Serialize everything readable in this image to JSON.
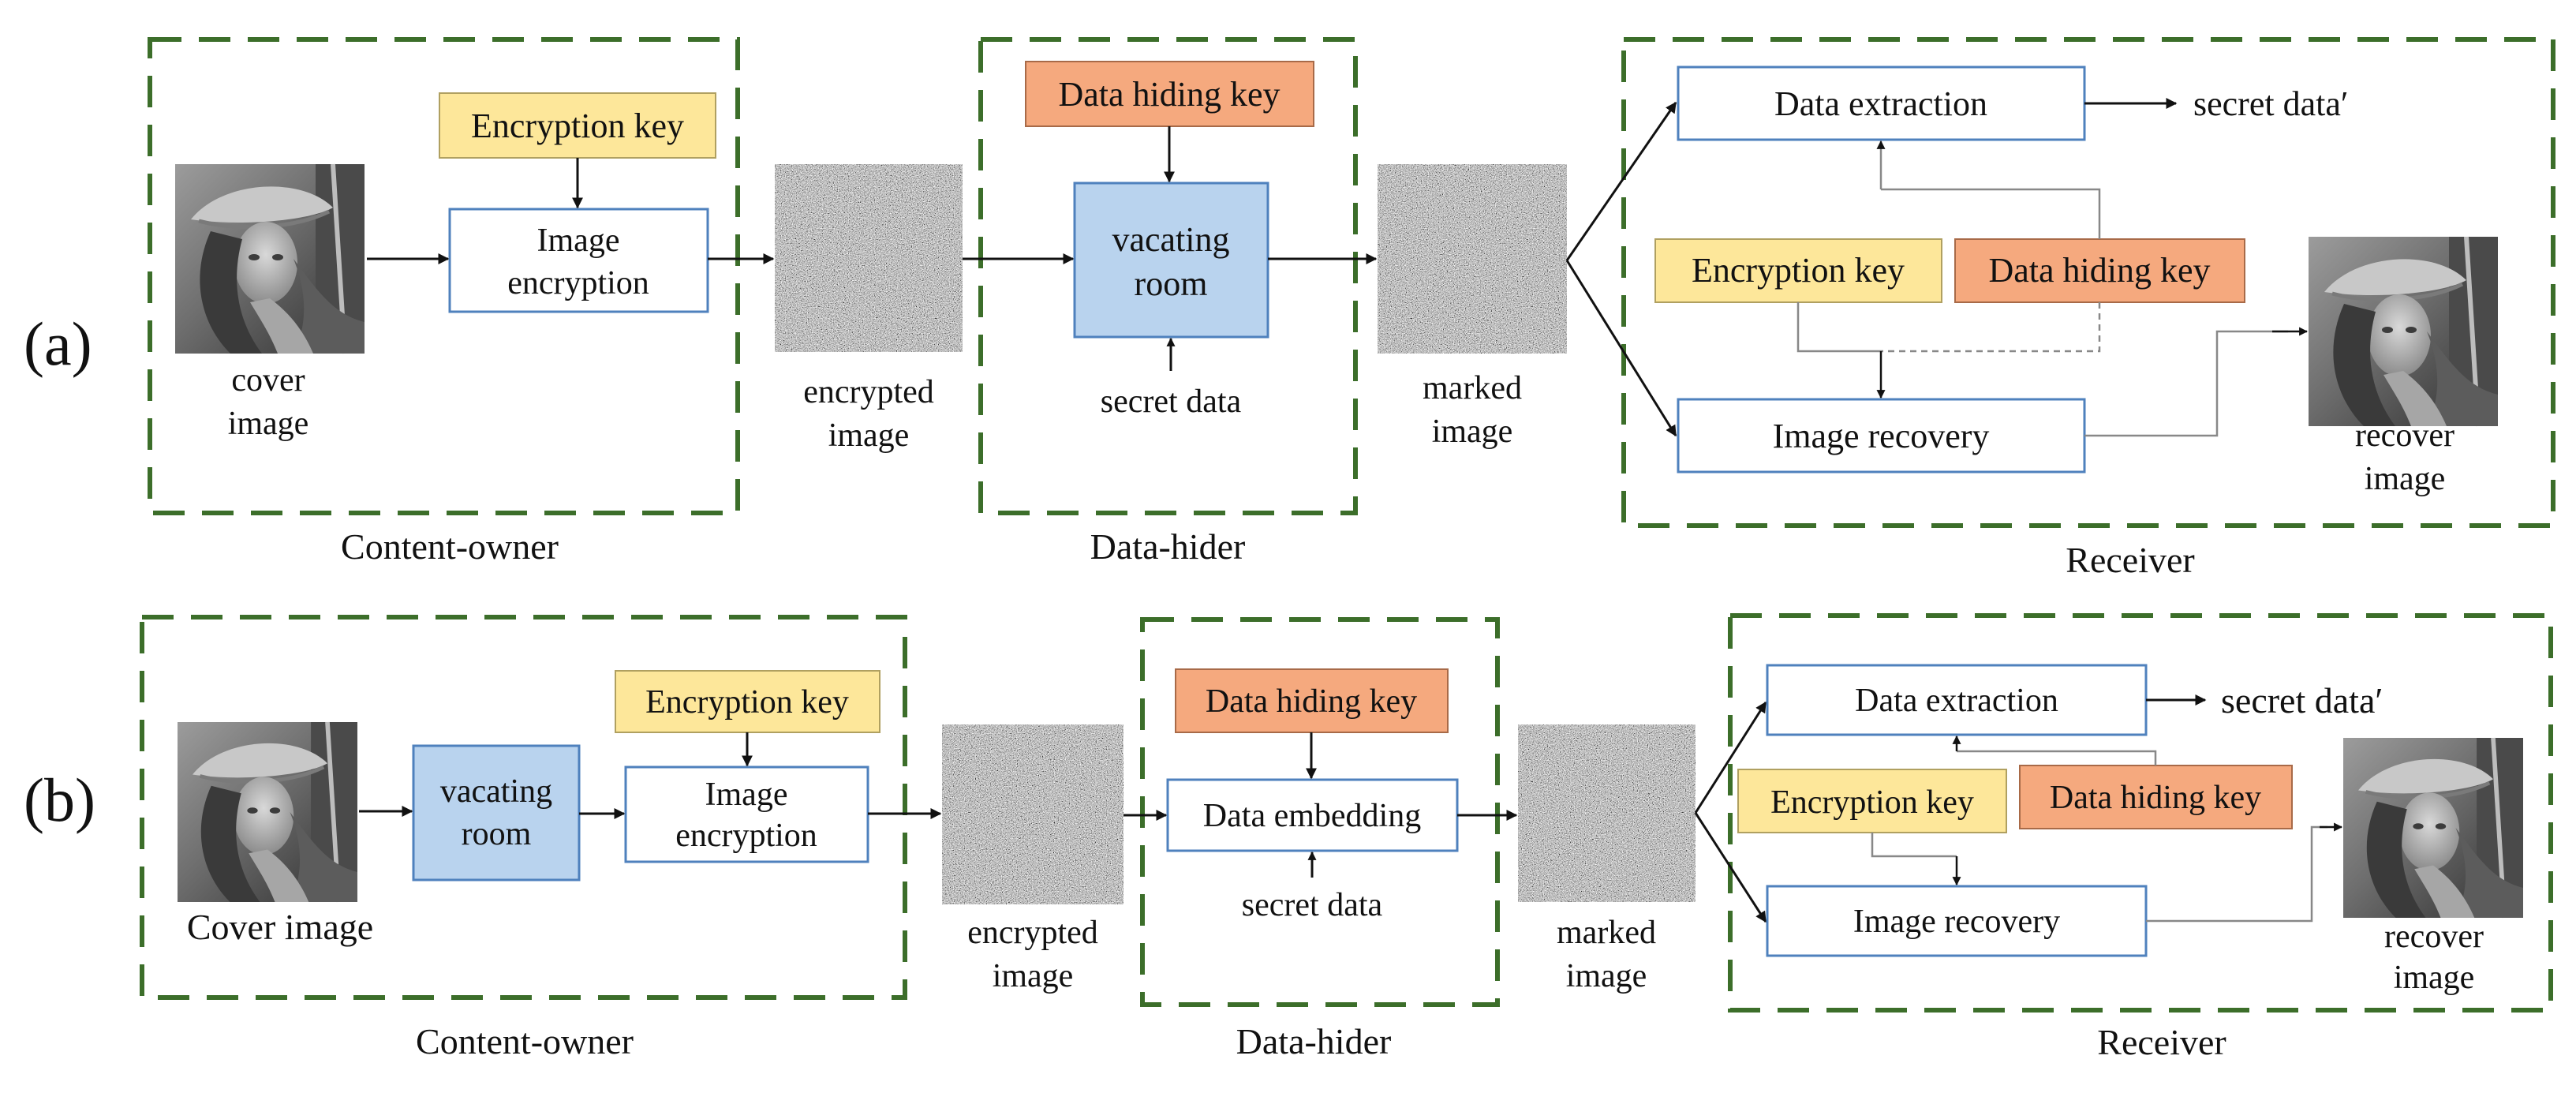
{
  "colors": {
    "dash_border": "#3c6e2a",
    "encryption_key_fill": "#fde79a",
    "data_hiding_key_fill": "#f5a97e",
    "vacating_room_fill": "#b9d3ee",
    "process_border": "#4f81bd",
    "arrow": "#111111",
    "feedback_line": "#888888"
  },
  "panel_a": {
    "tag": "(a)",
    "content_owner": {
      "caption": "Content-owner",
      "encryption_key": "Encryption key",
      "process_line1": "Image",
      "process_line2": "encryption",
      "cover_line1": "cover",
      "cover_line2": "image"
    },
    "encrypted_line1": "encrypted",
    "encrypted_line2": "image",
    "data_hider": {
      "caption": "Data-hider",
      "data_hiding_key": "Data hiding key",
      "vacating_line1": "vacating",
      "vacating_line2": "room",
      "secret_data": "secret data"
    },
    "marked_line1": "marked",
    "marked_line2": "image",
    "receiver": {
      "caption": "Receiver",
      "data_extraction": "Data extraction",
      "secret_output": "secret data′",
      "encryption_key": "Encryption key",
      "data_hiding_key": "Data hiding key",
      "image_recovery": "Image recovery",
      "recover_line1": "recover",
      "recover_line2": "image"
    }
  },
  "panel_b": {
    "tag": "(b)",
    "content_owner": {
      "caption": "Content-owner",
      "vacating_line1": "vacating",
      "vacating_line2": "room",
      "encryption_key": "Encryption key",
      "process_line1": "Image",
      "process_line2": "encryption",
      "cover_label": "Cover image"
    },
    "encrypted_line1": "encrypted",
    "encrypted_line2": "image",
    "data_hider": {
      "caption": "Data-hider",
      "data_hiding_key": "Data hiding key",
      "data_embedding": "Data embedding",
      "secret_data": "secret data"
    },
    "marked_line1": "marked",
    "marked_line2": "image",
    "receiver": {
      "caption": "Receiver",
      "data_extraction": "Data extraction",
      "secret_output": "secret data′",
      "encryption_key": "Encryption key",
      "data_hiding_key": "Data hiding key",
      "image_recovery": "Image recovery",
      "recover_line1": "recover",
      "recover_line2": "image"
    }
  }
}
